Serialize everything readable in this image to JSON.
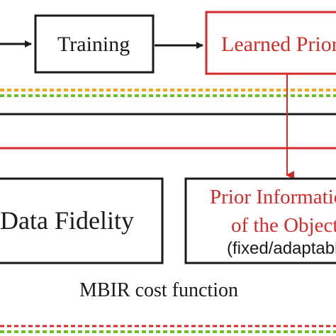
{
  "diagram": {
    "training_box": {
      "label": "Training"
    },
    "learned_prior_box": {
      "label": "Learned Prior"
    },
    "data_fidelity_box": {
      "label": "Data Fidelity"
    },
    "prior_info_box": {
      "line1": "Prior Information",
      "line2": "of the Object",
      "line3": "(fixed/adaptable)"
    },
    "cost_function_label": "MBIR cost function"
  },
  "colors": {
    "black": "#1a1a1a",
    "red": "#d42a2a",
    "orange_dash": "#f4a623",
    "green_dash": "#6cbf2a"
  }
}
